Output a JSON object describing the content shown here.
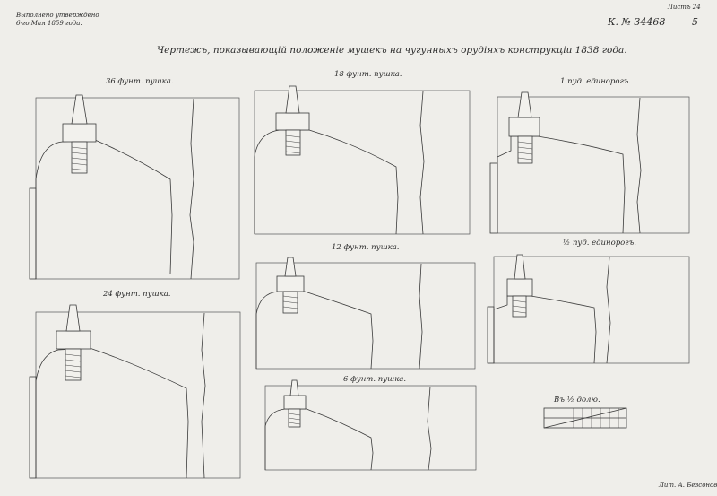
{
  "header": {
    "note_line1": "Выполнено утверждено",
    "note_line2": "6-го Мая 1859 года.",
    "sheet_label": "Листъ 24",
    "catalog_number": "К. № 34468",
    "page_number": "5"
  },
  "title": "Чертежъ, показывающій положеніе мушекъ на чугунныхъ орудіяхъ конструкціи 1838 года.",
  "drawings": [
    {
      "id": "gun-36",
      "caption": "36 фунт. пушка."
    },
    {
      "id": "gun-18",
      "caption": "18 фунт. пушка."
    },
    {
      "id": "edinorog-1pud",
      "caption": "1 пуд. единорогъ."
    },
    {
      "id": "gun-12",
      "caption": "12 фунт. пушка."
    },
    {
      "id": "edinorog-half-pud",
      "caption": "½ пуд. единорогъ."
    },
    {
      "id": "gun-24",
      "caption": "24 фунт. пушка."
    },
    {
      "id": "gun-6",
      "caption": "6 фунт. пушка."
    }
  ],
  "scale": {
    "caption": "Въ ½ долю."
  },
  "footer": {
    "lithographer": "Лит. А. Безсонова."
  }
}
